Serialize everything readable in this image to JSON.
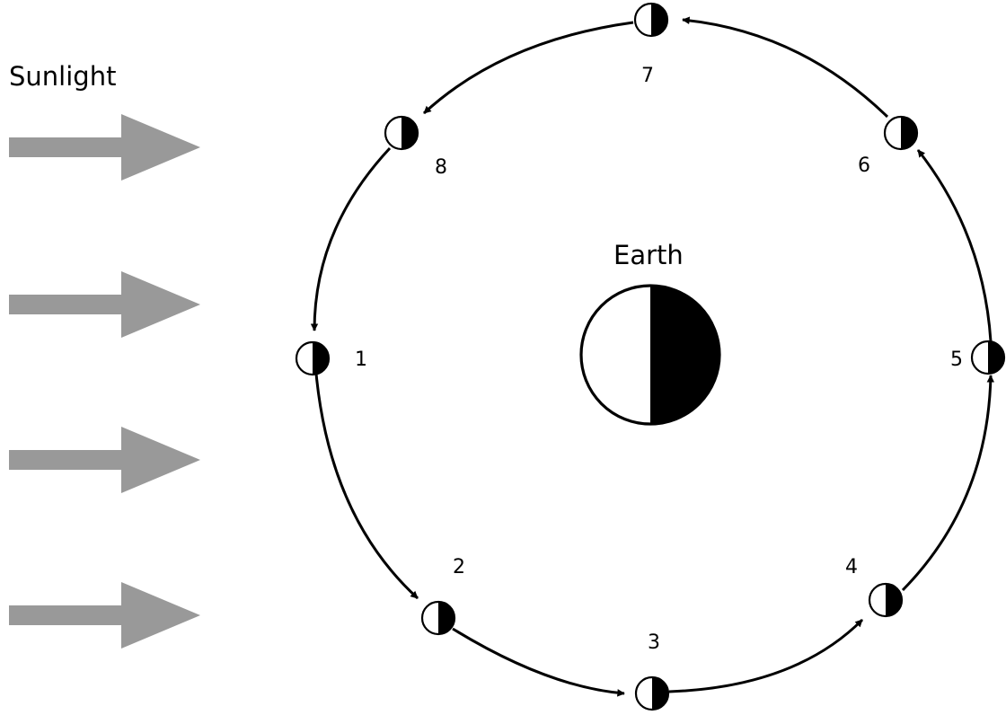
{
  "sunlight_label": "Sunlight",
  "earth_label": "Earth",
  "colors": {
    "sun_arrow": "#999999",
    "ink": "#000000",
    "lit": "#ffffff"
  },
  "positions": [
    {
      "label": "1"
    },
    {
      "label": "2"
    },
    {
      "label": "3"
    },
    {
      "label": "4"
    },
    {
      "label": "5"
    },
    {
      "label": "6"
    },
    {
      "label": "7"
    },
    {
      "label": "8"
    }
  ]
}
